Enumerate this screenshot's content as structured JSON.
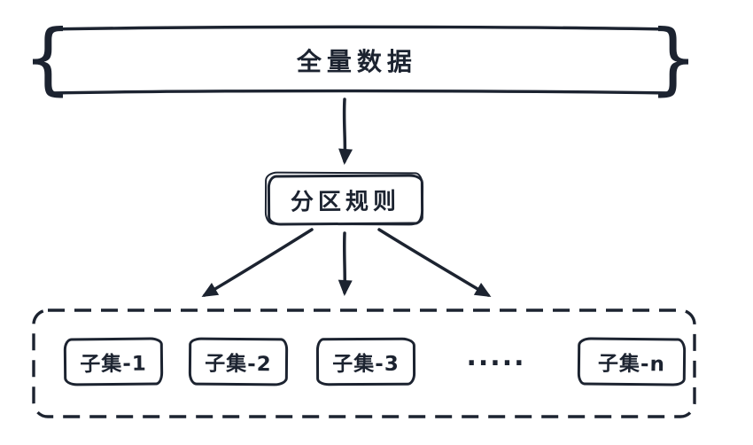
{
  "diagram": {
    "type": "flow",
    "ink_color": "#1c2330",
    "background_color": "#ffffff",
    "root": {
      "label": "全量数据",
      "left_brace": "{",
      "right_brace": "}"
    },
    "partition_rule": {
      "label": "分区规则"
    },
    "subsets": [
      {
        "label": "子集-1"
      },
      {
        "label": "子集-2"
      },
      {
        "label": "子集-3"
      },
      {
        "label": "....."
      },
      {
        "label": "子集-n"
      }
    ],
    "edges": [
      {
        "from": "full-data",
        "to": "partition-rule"
      },
      {
        "from": "partition-rule",
        "to": "subset-1"
      },
      {
        "from": "partition-rule",
        "to": "subset-2"
      },
      {
        "from": "partition-rule",
        "to": "subset-3"
      }
    ]
  }
}
